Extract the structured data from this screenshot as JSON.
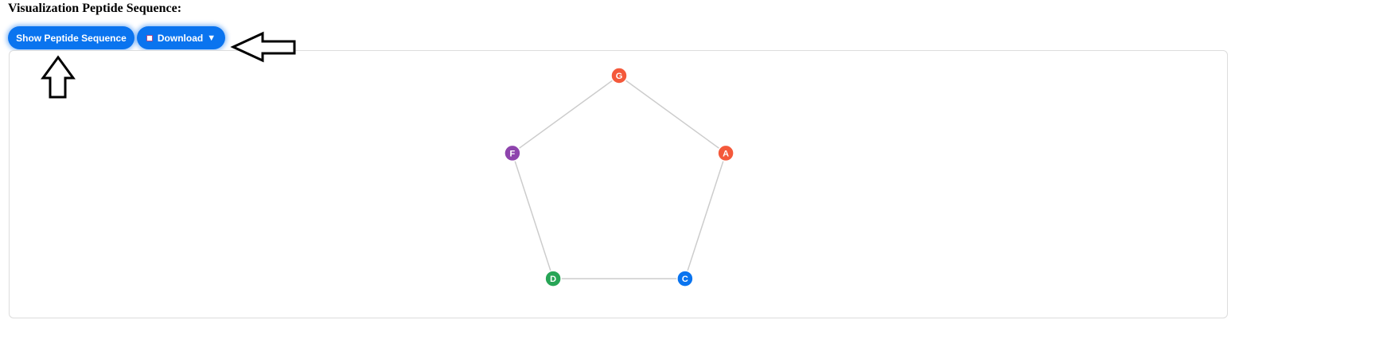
{
  "page": {
    "title": "Visualization Peptide Sequence:"
  },
  "toolbar": {
    "show_label": "Show Peptide Sequence",
    "download_label": "Download",
    "download_caret": "▼"
  },
  "graph": {
    "nodes": [
      {
        "label": "G",
        "color": "#f4593b"
      },
      {
        "label": "A",
        "color": "#f4593b"
      },
      {
        "label": "C",
        "color": "#0a74ef"
      },
      {
        "label": "D",
        "color": "#27a556"
      },
      {
        "label": "F",
        "color": "#8e44ad"
      }
    ],
    "edges": [
      [
        "G",
        "A"
      ],
      [
        "A",
        "C"
      ],
      [
        "C",
        "D"
      ],
      [
        "D",
        "F"
      ],
      [
        "F",
        "G"
      ]
    ],
    "edge_color": "#cccccc"
  },
  "colors": {
    "accent": "#0a74ef"
  }
}
